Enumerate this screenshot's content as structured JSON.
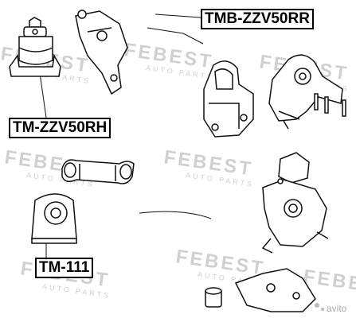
{
  "labels": {
    "rr": "TMB-ZZV50RR",
    "rh": "TM-ZZV50RH",
    "m111": "TM-111"
  },
  "watermark": {
    "brand": "FEBEST",
    "sub": "AUTO PARTS",
    "corner_mark": "avito",
    "color": "#d0d0d0"
  },
  "colors": {
    "ink": "#111111",
    "label_border": "#000000",
    "background": "#ffffff"
  }
}
